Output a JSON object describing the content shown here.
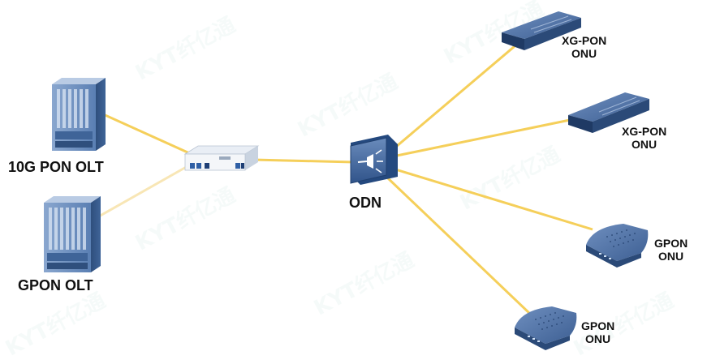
{
  "labels": {
    "olt_10g": "10G PON OLT",
    "olt_gpon": "GPON OLT",
    "odn": "ODN",
    "onu1": "XG-PON\nONU",
    "onu2": "XG-PON\nONU",
    "onu3": "GPON\nONU",
    "onu4": "GPON\nONU"
  },
  "watermark": "KYT纤亿通",
  "colors": {
    "fiber": "#f5cf5a",
    "fiber_faded": "#f8e6b5",
    "device_blue": "#4a6fa5",
    "device_dark": "#2b4a78",
    "odn_blue": "#3a5f93"
  },
  "icons": {
    "olt": "olt-rack-icon",
    "combiner": "wdm-combiner-icon",
    "odn": "odn-splitter-icon",
    "xgpon_onu": "xgpon-onu-icon",
    "gpon_onu": "gpon-onu-icon"
  }
}
